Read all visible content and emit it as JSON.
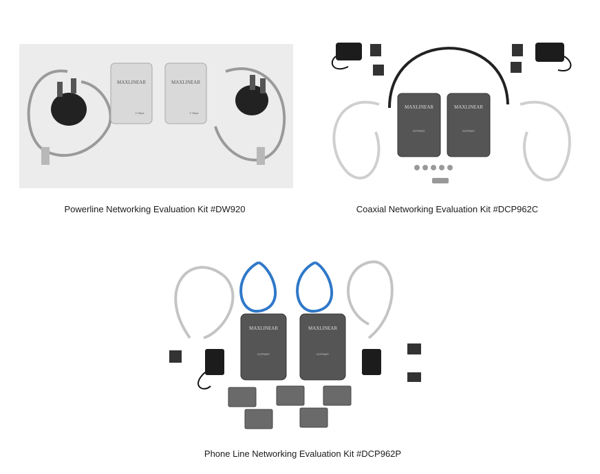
{
  "kits": [
    {
      "caption": "Powerline Networking Evaluation Kit #DW920",
      "device_label": "MAXLINEAR",
      "device_text": "2 Gbps"
    },
    {
      "caption": "Coaxial Networking Evaluation Kit #DCP962C",
      "device_label": "MAXLINEAR",
      "device_text": "DCP962C"
    },
    {
      "caption": "Phone Line Networking Evaluation Kit #DCP962P",
      "device_label": "MAXLINEAR",
      "device_text": "DCP962P"
    }
  ]
}
